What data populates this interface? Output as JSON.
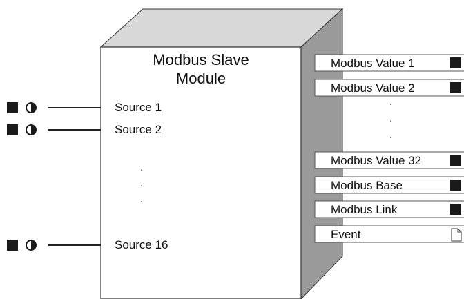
{
  "module": {
    "title_line1": "Modbus Slave",
    "title_line2": "Module",
    "face_color": "#ffffff",
    "top_color": "#d8d8d8",
    "side_color": "#9a9a9a",
    "outline_color": "#333333"
  },
  "inputs": [
    {
      "label": "Source 1",
      "icons": [
        "filled-square-icon",
        "half-filled-circle-icon"
      ]
    },
    {
      "label": "Source 2",
      "icons": [
        "filled-square-icon",
        "half-filled-circle-icon"
      ]
    },
    {
      "label": "Source 16",
      "icons": [
        "filled-square-icon",
        "half-filled-circle-icon"
      ]
    }
  ],
  "input_ellipsis": [
    ".",
    ".",
    "."
  ],
  "outputs": [
    {
      "label": "Modbus Value 1",
      "icon": "filled-square-icon"
    },
    {
      "label": "Modbus Value 2",
      "icon": "filled-square-icon"
    },
    {
      "label": "Modbus Value 32",
      "icon": "filled-square-icon"
    },
    {
      "label": "Modbus Base",
      "icon": "filled-square-icon"
    },
    {
      "label": "Modbus Link",
      "icon": "filled-square-icon"
    },
    {
      "label": "Event",
      "icon": "document-icon"
    }
  ],
  "output_ellipsis": [
    ".",
    ".",
    "."
  ]
}
